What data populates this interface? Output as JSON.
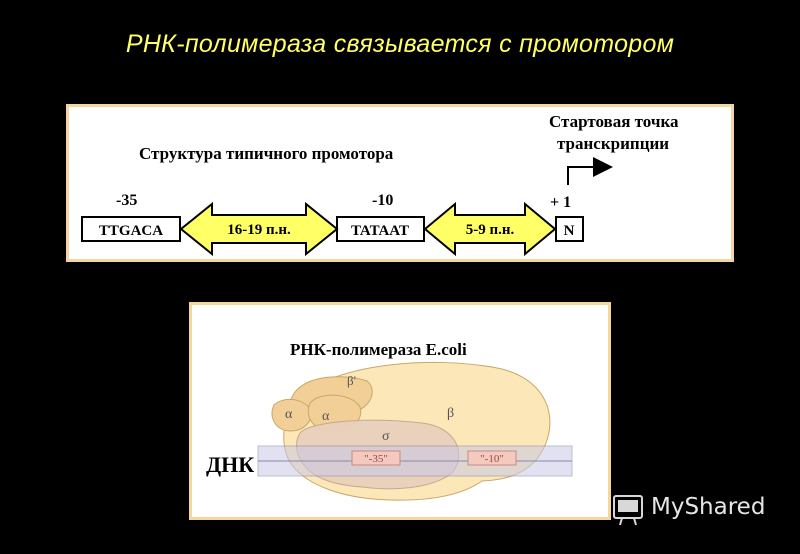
{
  "slide_title": "РНК-полимераза связывается с промотором",
  "promoter": {
    "heading": "Структура типичного промотора",
    "start_line1": "Стартовая точка",
    "start_line2": "транскрипции",
    "pos_minus35": "-35",
    "pos_minus10": "-10",
    "pos_plus1": "+ 1",
    "box_ttgaca": "TTGACA",
    "box_tataat": "TATAAT",
    "box_n": "N",
    "arrow1_label": "16-19 п.н.",
    "arrow2_label": "5-9 п.н."
  },
  "polymerase": {
    "heading": "РНК-полимераза E.coli",
    "dna_label": "ДНК",
    "beta_prime": "β'",
    "alpha1": "α",
    "alpha2": "α",
    "beta": "β",
    "sigma": "σ",
    "box35": "\"-35\"",
    "box10": "\"-10\""
  },
  "watermark": "MyShared",
  "colors": {
    "title": "#ffff66",
    "arrow_fill": "#ffff66",
    "panel_border": "#f6d6a0",
    "dna": "#c9c9e8"
  }
}
